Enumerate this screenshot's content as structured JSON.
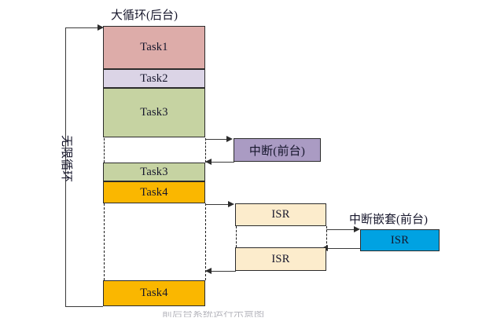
{
  "diagram": {
    "title_background_loop": "大循环(后台)",
    "label_infinite_loop": "无限循环",
    "label_interrupt_foreground": "中断(前台)",
    "label_nested_interrupt_foreground": "中断嵌套(前台)",
    "bottom_caption": "前后台系统运行示意图",
    "colors": {
      "task1": "#ddaca9",
      "task2": "#dbd4e6",
      "task3": "#c6d3a2",
      "task4": "#fab700",
      "interrupt": "#aa9bc3",
      "isr": "#fceccc",
      "nested_isr": "#00a2e2",
      "line": "#3a3a3a",
      "border": "#2b2b2b"
    }
  },
  "background_column": {
    "blocks": [
      {
        "label": "Task1",
        "color": "task1"
      },
      {
        "label": "Task2",
        "color": "task2"
      },
      {
        "label": "Task3",
        "color": "task3"
      },
      {
        "label": "",
        "color": "white"
      },
      {
        "label": "Task3",
        "color": "task3"
      },
      {
        "label": "Task4",
        "color": "task4"
      },
      {
        "label": "",
        "color": "white"
      },
      {
        "label": "Task4",
        "color": "task4"
      }
    ]
  },
  "foreground_blocks": {
    "interrupt": {
      "label": "中断(前台)"
    },
    "isr_first": {
      "label": "ISR"
    },
    "isr_second": {
      "label": "ISR"
    },
    "nested_isr": {
      "label": "ISR"
    }
  }
}
